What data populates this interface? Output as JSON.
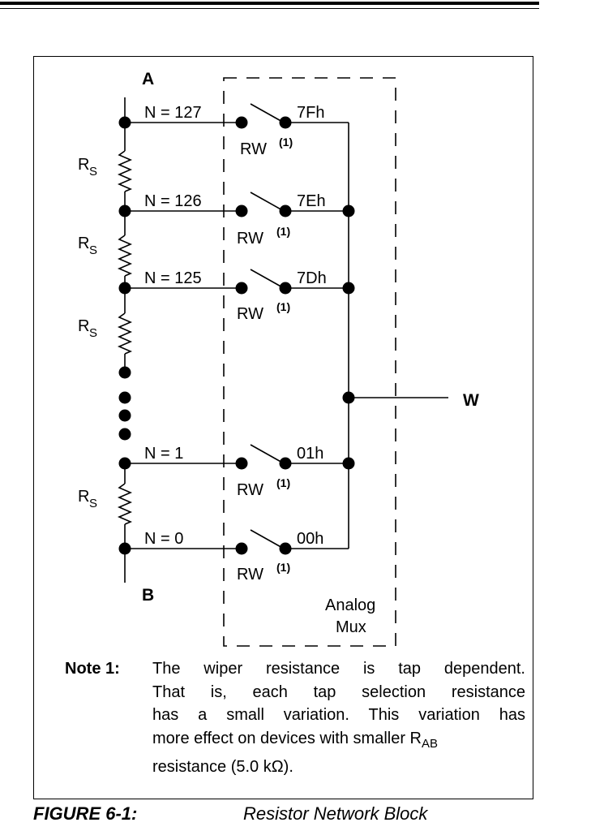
{
  "diagram": {
    "node_a": "A",
    "node_b": "B",
    "node_w": "W",
    "mux_label_1": "Analog",
    "mux_label_2": "Mux",
    "resistor_label": "R",
    "resistor_sub": "S",
    "wiper_label": "RW",
    "wiper_note": "(1)",
    "taps": [
      {
        "n": "N = 127",
        "code": "7Fh"
      },
      {
        "n": "N = 126",
        "code": "7Eh"
      },
      {
        "n": "N = 125",
        "code": "7Dh"
      },
      {
        "n": "N = 1",
        "code": "01h"
      },
      {
        "n": "N = 0",
        "code": "00h"
      }
    ]
  },
  "note": {
    "label": "Note 1:",
    "lines": [
      "The wiper resistance is tap dependent.",
      "That is, each tap selection resistance",
      "has a small variation. This variation has",
      "more effect on devices with smaller R",
      "resistance (5.0 kΩ)."
    ],
    "rab_sub": "AB"
  },
  "caption": {
    "label": "FIGURE 6-1:",
    "title": "Resistor Network Block"
  }
}
